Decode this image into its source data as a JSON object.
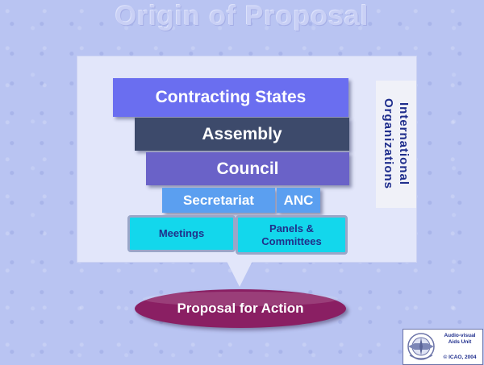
{
  "slide": {
    "title": "Origin of Proposal"
  },
  "hierarchy": {
    "contracting_states": "Contracting States",
    "assembly": "Assembly",
    "council": "Council",
    "secretariat": "Secretariat",
    "anc": "ANC",
    "meetings": "Meetings",
    "panels_committees": "Panels &\nCommittees"
  },
  "side_label": "International\nOrganizations",
  "outcome": "Proposal for Action",
  "badge": {
    "line1": "Audio-visual",
    "line2": "Aids Unit",
    "copyright": "© ICAO, 2004"
  },
  "colors": {
    "background": "#b9c4f2",
    "contracting_states": "#6a6ef0",
    "assembly": "#3d4a6b",
    "council": "#6a62c8",
    "secretariat": "#5b9ff0",
    "cyan_boxes": "#13d7ec",
    "proposal": "#8a1f63",
    "side_text": "#1e2d8c"
  }
}
